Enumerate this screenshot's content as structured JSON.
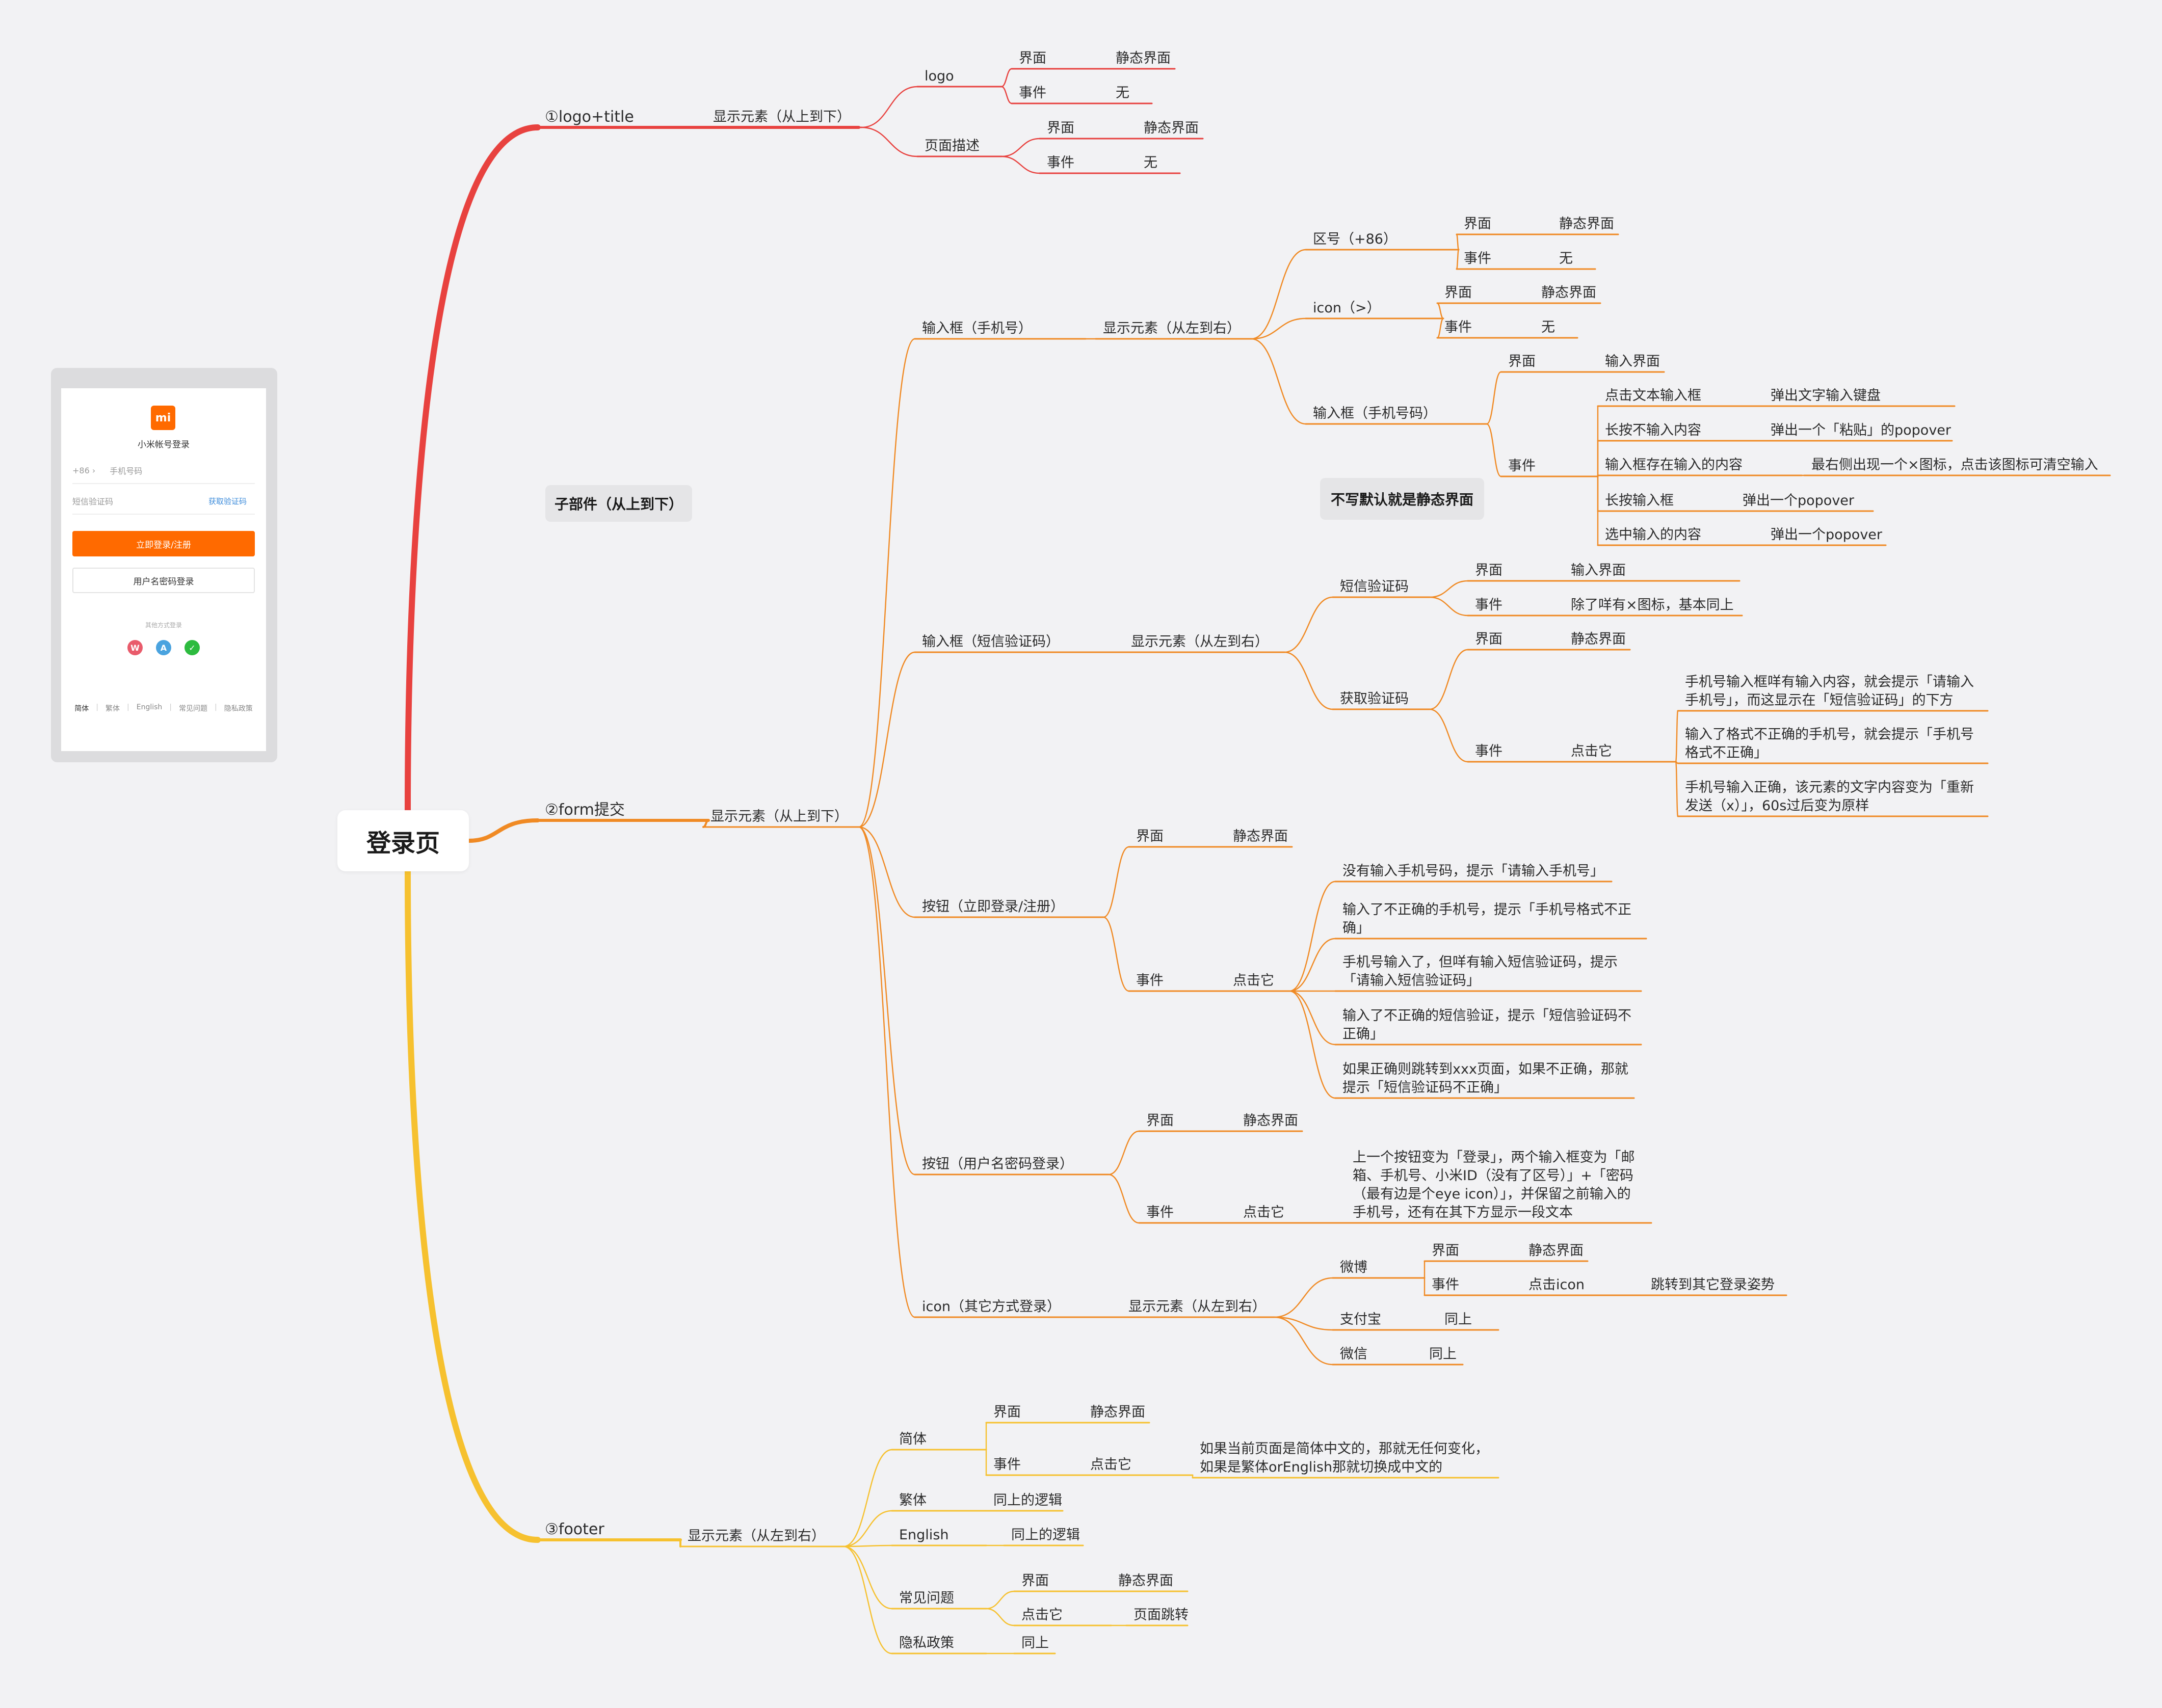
{
  "root": "登录页",
  "floating": {
    "subparts": "子部件（从上到下）",
    "note": "不写默认就是静态界面"
  },
  "colors": {
    "branch1": "#e8423f",
    "branch2": "#f08a24",
    "branch3": "#f6c12f",
    "root_link_top": "#e8423f",
    "root_link_bottom": "#f6c12f"
  },
  "branches": [
    {
      "label": "①logo+title",
      "children": [
        {
          "label": "显示元素（从上到下）",
          "children": [
            {
              "label": "logo",
              "children": [
                {
                  "label": "界面",
                  "children": [
                    {
                      "label": "静态界面"
                    }
                  ]
                },
                {
                  "label": "事件",
                  "children": [
                    {
                      "label": "无"
                    }
                  ]
                }
              ]
            },
            {
              "label": "页面描述",
              "children": [
                {
                  "label": "界面",
                  "children": [
                    {
                      "label": "静态界面"
                    }
                  ]
                },
                {
                  "label": "事件",
                  "children": [
                    {
                      "label": "无"
                    }
                  ]
                }
              ]
            }
          ]
        }
      ]
    },
    {
      "label": "②form提交",
      "children": [
        {
          "label": "显示元素（从上到下）",
          "children": [
            {
              "label": "输入框（手机号）",
              "children": [
                {
                  "label": "显示元素（从左到右）",
                  "children": [
                    {
                      "label": "区号（+86）",
                      "children": [
                        {
                          "label": "界面",
                          "children": [
                            {
                              "label": "静态界面"
                            }
                          ]
                        },
                        {
                          "label": "事件",
                          "children": [
                            {
                              "label": "无"
                            }
                          ]
                        }
                      ]
                    },
                    {
                      "label": "icon（>）",
                      "children": [
                        {
                          "label": "界面",
                          "children": [
                            {
                              "label": "静态界面"
                            }
                          ]
                        },
                        {
                          "label": "事件",
                          "children": [
                            {
                              "label": "无"
                            }
                          ]
                        }
                      ]
                    },
                    {
                      "label": "输入框（手机号码）",
                      "children": [
                        {
                          "label": "界面",
                          "children": [
                            {
                              "label": "输入界面"
                            }
                          ]
                        },
                        {
                          "label": "事件",
                          "children": [
                            {
                              "label": "点击文本输入框",
                              "children": [
                                {
                                  "label": "弹出文字输入键盘"
                                }
                              ]
                            },
                            {
                              "label": "长按不输入内容",
                              "children": [
                                {
                                  "label": "弹出一个「粘贴」的popover"
                                }
                              ]
                            },
                            {
                              "label": "输入框存在输入的内容",
                              "children": [
                                {
                                  "label": "最右侧出现一个×图标，点击该图标可清空输入"
                                }
                              ]
                            },
                            {
                              "label": "长按输入框",
                              "children": [
                                {
                                  "label": "弹出一个popover"
                                }
                              ]
                            },
                            {
                              "label": "选中输入的内容",
                              "children": [
                                {
                                  "label": "弹出一个popover"
                                }
                              ]
                            }
                          ]
                        }
                      ]
                    }
                  ]
                }
              ]
            },
            {
              "label": "输入框（短信验证码）",
              "children": [
                {
                  "label": "显示元素（从左到右）",
                  "children": [
                    {
                      "label": "短信验证码",
                      "children": [
                        {
                          "label": "界面",
                          "children": [
                            {
                              "label": "输入界面"
                            }
                          ]
                        },
                        {
                          "label": "事件",
                          "children": [
                            {
                              "label": "除了咩有×图标，基本同上"
                            }
                          ]
                        }
                      ]
                    },
                    {
                      "label": "获取验证码",
                      "children": [
                        {
                          "label": "界面",
                          "children": [
                            {
                              "label": "静态界面"
                            }
                          ]
                        },
                        {
                          "label": "事件",
                          "children": [
                            {
                              "label": "点击它",
                              "children": [
                                {
                                  "label": "手机号输入框咩有输入内容，就会提示「请输入手机号」，而这显示在「短信验证码」的下方"
                                },
                                {
                                  "label": "输入了格式不正确的手机号，就会提示「手机号格式不正确」"
                                },
                                {
                                  "label": "手机号输入正确，该元素的文字内容变为「重新发送（x）」，60s过后变为原样"
                                }
                              ]
                            }
                          ]
                        }
                      ]
                    }
                  ]
                }
              ]
            },
            {
              "label": "按钮（立即登录/注册）",
              "children": [
                {
                  "label": "界面",
                  "children": [
                    {
                      "label": "静态界面"
                    }
                  ]
                },
                {
                  "label": "事件",
                  "children": [
                    {
                      "label": "点击它",
                      "children": [
                        {
                          "label": "没有输入手机号码，提示「请输入手机号」"
                        },
                        {
                          "label": "输入了不正确的手机号，提示「手机号格式不正确」"
                        },
                        {
                          "label": "手机号输入了，但咩有输入短信验证码，提示「请输入短信验证码」"
                        },
                        {
                          "label": "输入了不正确的短信验证，提示「短信验证码不正确」"
                        },
                        {
                          "label": "如果正确则跳转到xxx页面，如果不正确，那就提示「短信验证码不正确」"
                        }
                      ]
                    }
                  ]
                }
              ]
            },
            {
              "label": "按钮（用户名密码登录）",
              "children": [
                {
                  "label": "界面",
                  "children": [
                    {
                      "label": "静态界面"
                    }
                  ]
                },
                {
                  "label": "事件",
                  "children": [
                    {
                      "label": "点击它",
                      "children": [
                        {
                          "label": "上一个按钮变为「登录」，两个输入框变为「邮箱、手机号、小米ID（没有了区号）」+「密码（最有边是个eye icon）」，并保留之前输入的手机号，还有在其下方显示一段文本"
                        }
                      ]
                    }
                  ]
                }
              ]
            },
            {
              "label": "icon（其它方式登录）",
              "children": [
                {
                  "label": "显示元素（从左到右）",
                  "children": [
                    {
                      "label": "微博",
                      "children": [
                        {
                          "label": "界面",
                          "children": [
                            {
                              "label": "静态界面"
                            }
                          ]
                        },
                        {
                          "label": "事件",
                          "children": [
                            {
                              "label": "点击icon",
                              "children": [
                                {
                                  "label": "跳转到其它登录姿势"
                                }
                              ]
                            }
                          ]
                        }
                      ]
                    },
                    {
                      "label": "支付宝",
                      "children": [
                        {
                          "label": "同上"
                        }
                      ]
                    },
                    {
                      "label": "微信",
                      "children": [
                        {
                          "label": "同上"
                        }
                      ]
                    }
                  ]
                }
              ]
            }
          ]
        }
      ]
    },
    {
      "label": "③footer",
      "children": [
        {
          "label": "显示元素（从左到右）",
          "children": [
            {
              "label": "简体",
              "children": [
                {
                  "label": "界面",
                  "children": [
                    {
                      "label": "静态界面"
                    }
                  ]
                },
                {
                  "label": "事件",
                  "children": [
                    {
                      "label": "点击它",
                      "children": [
                        {
                          "label": "如果当前页面是简体中文的，那就无任何变化，如果是繁体orEnglish那就切换成中文的"
                        }
                      ]
                    }
                  ]
                }
              ]
            },
            {
              "label": "繁体",
              "children": [
                {
                  "label": "同上的逻辑"
                }
              ]
            },
            {
              "label": "English",
              "children": [
                {
                  "label": "同上的逻辑"
                }
              ]
            },
            {
              "label": "常见问题",
              "children": [
                {
                  "label": "界面",
                  "children": [
                    {
                      "label": "静态界面"
                    }
                  ]
                },
                {
                  "label": "点击它",
                  "children": [
                    {
                      "label": "页面跳转"
                    }
                  ]
                }
              ]
            },
            {
              "label": "隐私政策",
              "children": [
                {
                  "label": "同上"
                }
              ]
            }
          ]
        }
      ]
    }
  ],
  "preview": {
    "logo_text": "mi",
    "title": "小米帐号登录",
    "country_code": "+86 ›",
    "phone_placeholder": "手机号码",
    "code_placeholder": "短信验证码",
    "get_code": "获取验证码",
    "primary_button": "立即登录/注册",
    "secondary_button": "用户名密码登录",
    "other_methods": "其他方式登录",
    "footer": [
      "简体",
      "繁体",
      "English",
      "常见问题",
      "隐私政策"
    ]
  }
}
